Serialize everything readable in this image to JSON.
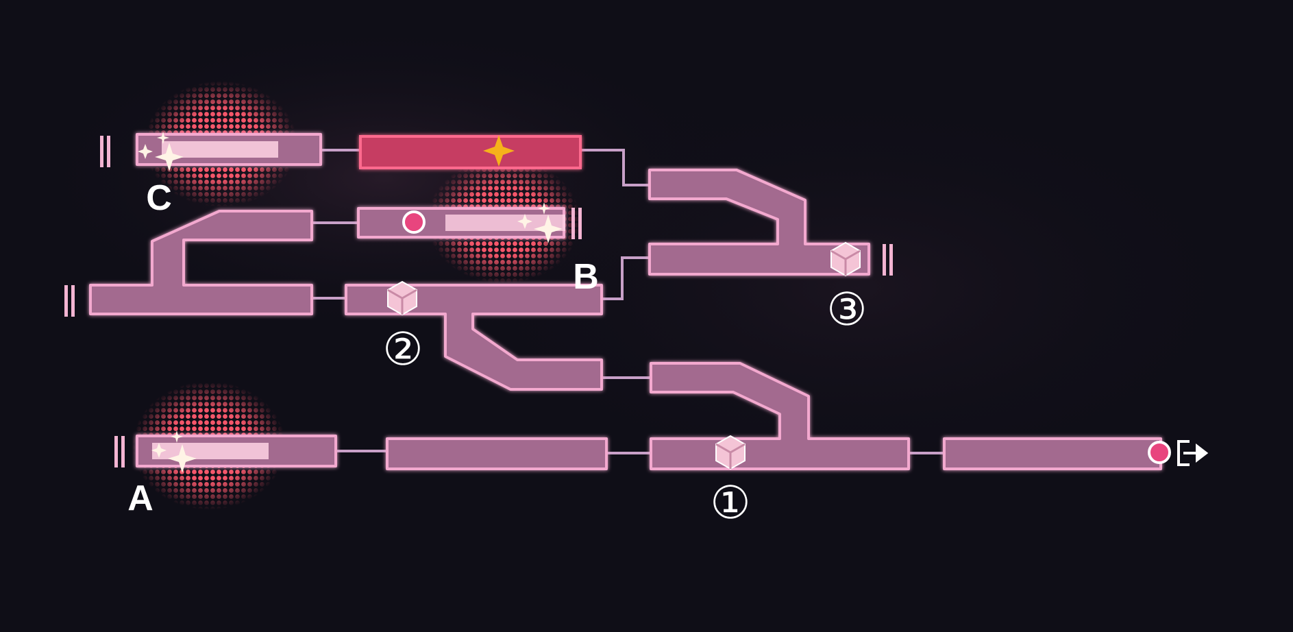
{
  "map": {
    "labels": {
      "a": "A",
      "b": "B",
      "c": "C",
      "item_1": "①",
      "item_2": "②",
      "item_3": "③"
    },
    "colors": {
      "background": "#0f0e17",
      "track": "#a36b8f",
      "track_light": "#f3a9cf",
      "track_active": "#d8466e",
      "connector": "#c8a0c8",
      "hotspot": "#ff5a6e",
      "marker": "#e8457e",
      "star": "#f6b21b",
      "text": "#ffffff"
    },
    "icons": {
      "item": "cube-icon",
      "start": "double-bar-icon",
      "sparkle": "sparkle-icon",
      "star": "four-point-star-icon",
      "exit": "exit-arrow-icon",
      "marker": "pink-dot-marker"
    }
  }
}
